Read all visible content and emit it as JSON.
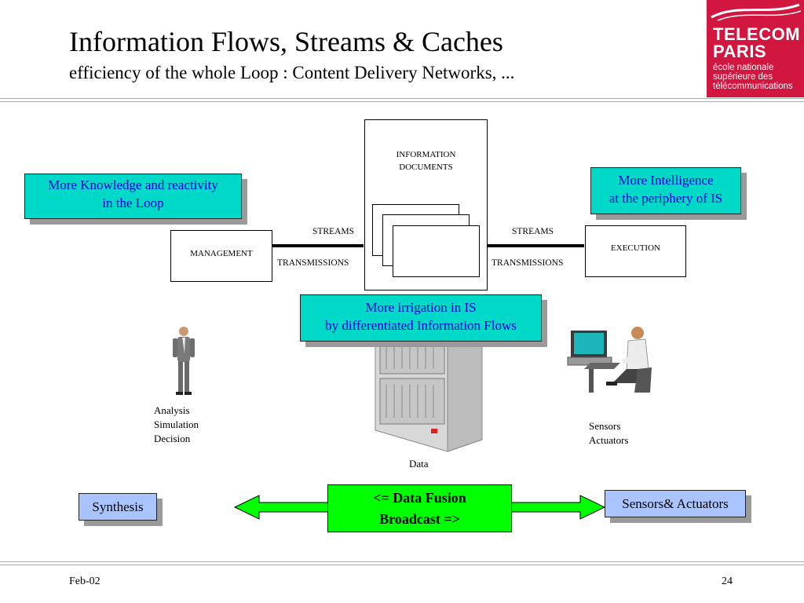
{
  "title": "Information Flows, Streams & Caches",
  "subtitle": "efficiency of the whole Loop : Content Delivery Networks, ...",
  "logo": {
    "line1": "TELECOM",
    "line2": "PARIS",
    "subtitle": "école nationale\nsupérieure des\ntélécommunications",
    "color": "#d1163f"
  },
  "callouts": {
    "knowledge": "More Knowledge and reactivity\nin the Loop",
    "intelligence": "More Intelligence\nat the periphery of IS",
    "irrigation": "More irrigation in IS\nby differentiated Information Flows"
  },
  "nodes": {
    "management": "MANAGEMENT",
    "execution": "EXECUTION",
    "documents": "INFORMATION\nDOCUMENTS"
  },
  "links": {
    "left_top": "STREAMS",
    "left_bottom": "TRANSMISSIONS",
    "right_top": "STREAMS",
    "right_bottom": "TRANSMISSIONS"
  },
  "labels": {
    "analysis": "Analysis\nSimulation\nDecision",
    "sensors": "Sensors\nActuators",
    "data": "Data"
  },
  "bottom": {
    "synthesis": "Synthesis",
    "fusion": "<= Data Fusion\nBroadcast =>",
    "sensors_actuators": "Sensors& Actuators"
  },
  "footer": {
    "date": "Feb-02",
    "page": "24"
  },
  "colors": {
    "callout": "#00d8c8",
    "callout_text": "#0000cc",
    "blue_box": "#a9c4ff",
    "fusion_arrow": "#00ff00",
    "rule": "#5fc8d0"
  }
}
